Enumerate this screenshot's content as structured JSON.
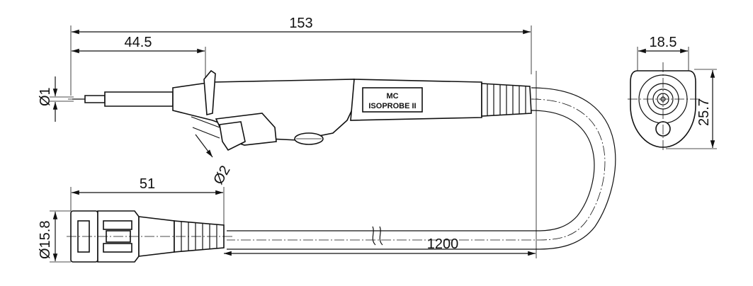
{
  "dimensions": {
    "overall_length": "153",
    "tip_length": "44.5",
    "tip_diameter": "Ø1",
    "lead_diameter": "Ø2",
    "width": "18.5",
    "height": "25.7",
    "connector_length": "51",
    "connector_diameter": "Ø15.8",
    "cable_length": "1200"
  },
  "label": {
    "line1": "MC",
    "line2": "ISOPROBE II"
  }
}
